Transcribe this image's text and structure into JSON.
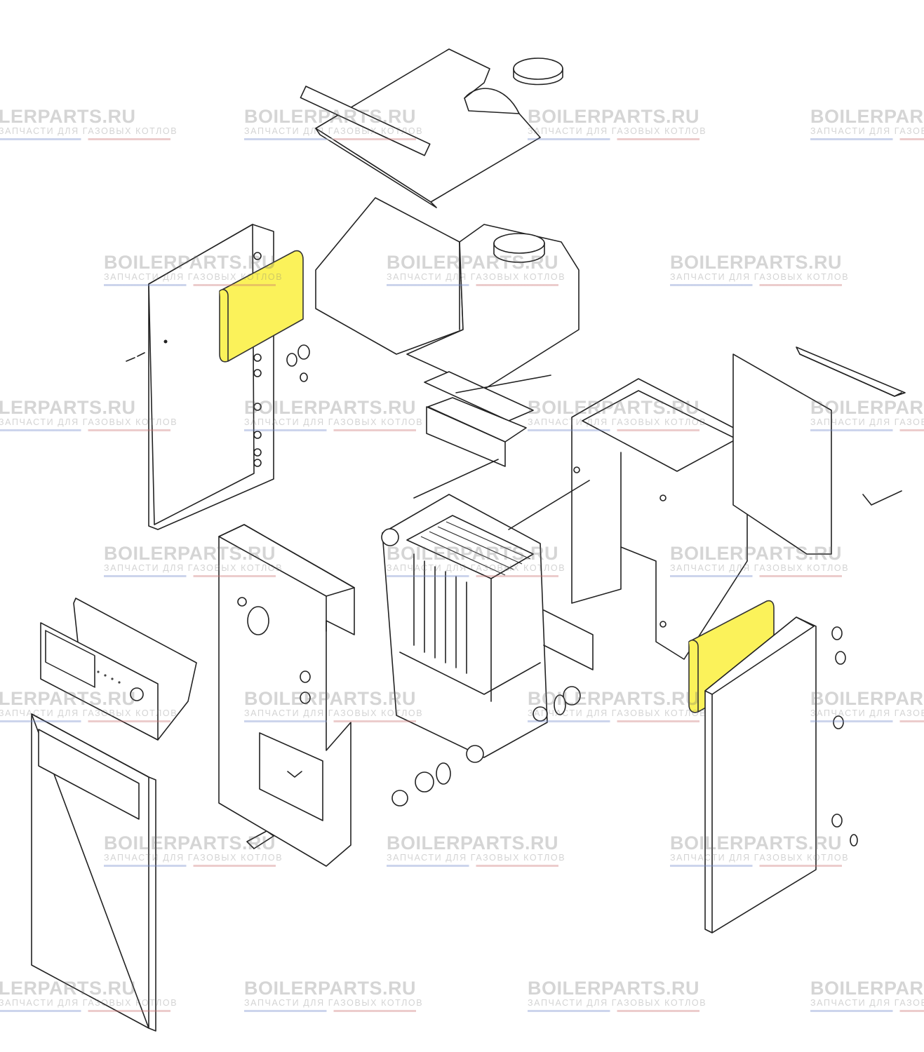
{
  "watermark": {
    "brand": "BOILERPARTS.RU",
    "brand_cut": "LERPARTS.RU",
    "brand_cut_right": "BOILERPAR",
    "subtitle": "ЗАПЧАСТИ ДЛЯ ГАЗОВЫХ КОТЛОВ"
  },
  "colors": {
    "highlight": "#fbf25a",
    "outline": "#222222",
    "background": "#ffffff"
  }
}
